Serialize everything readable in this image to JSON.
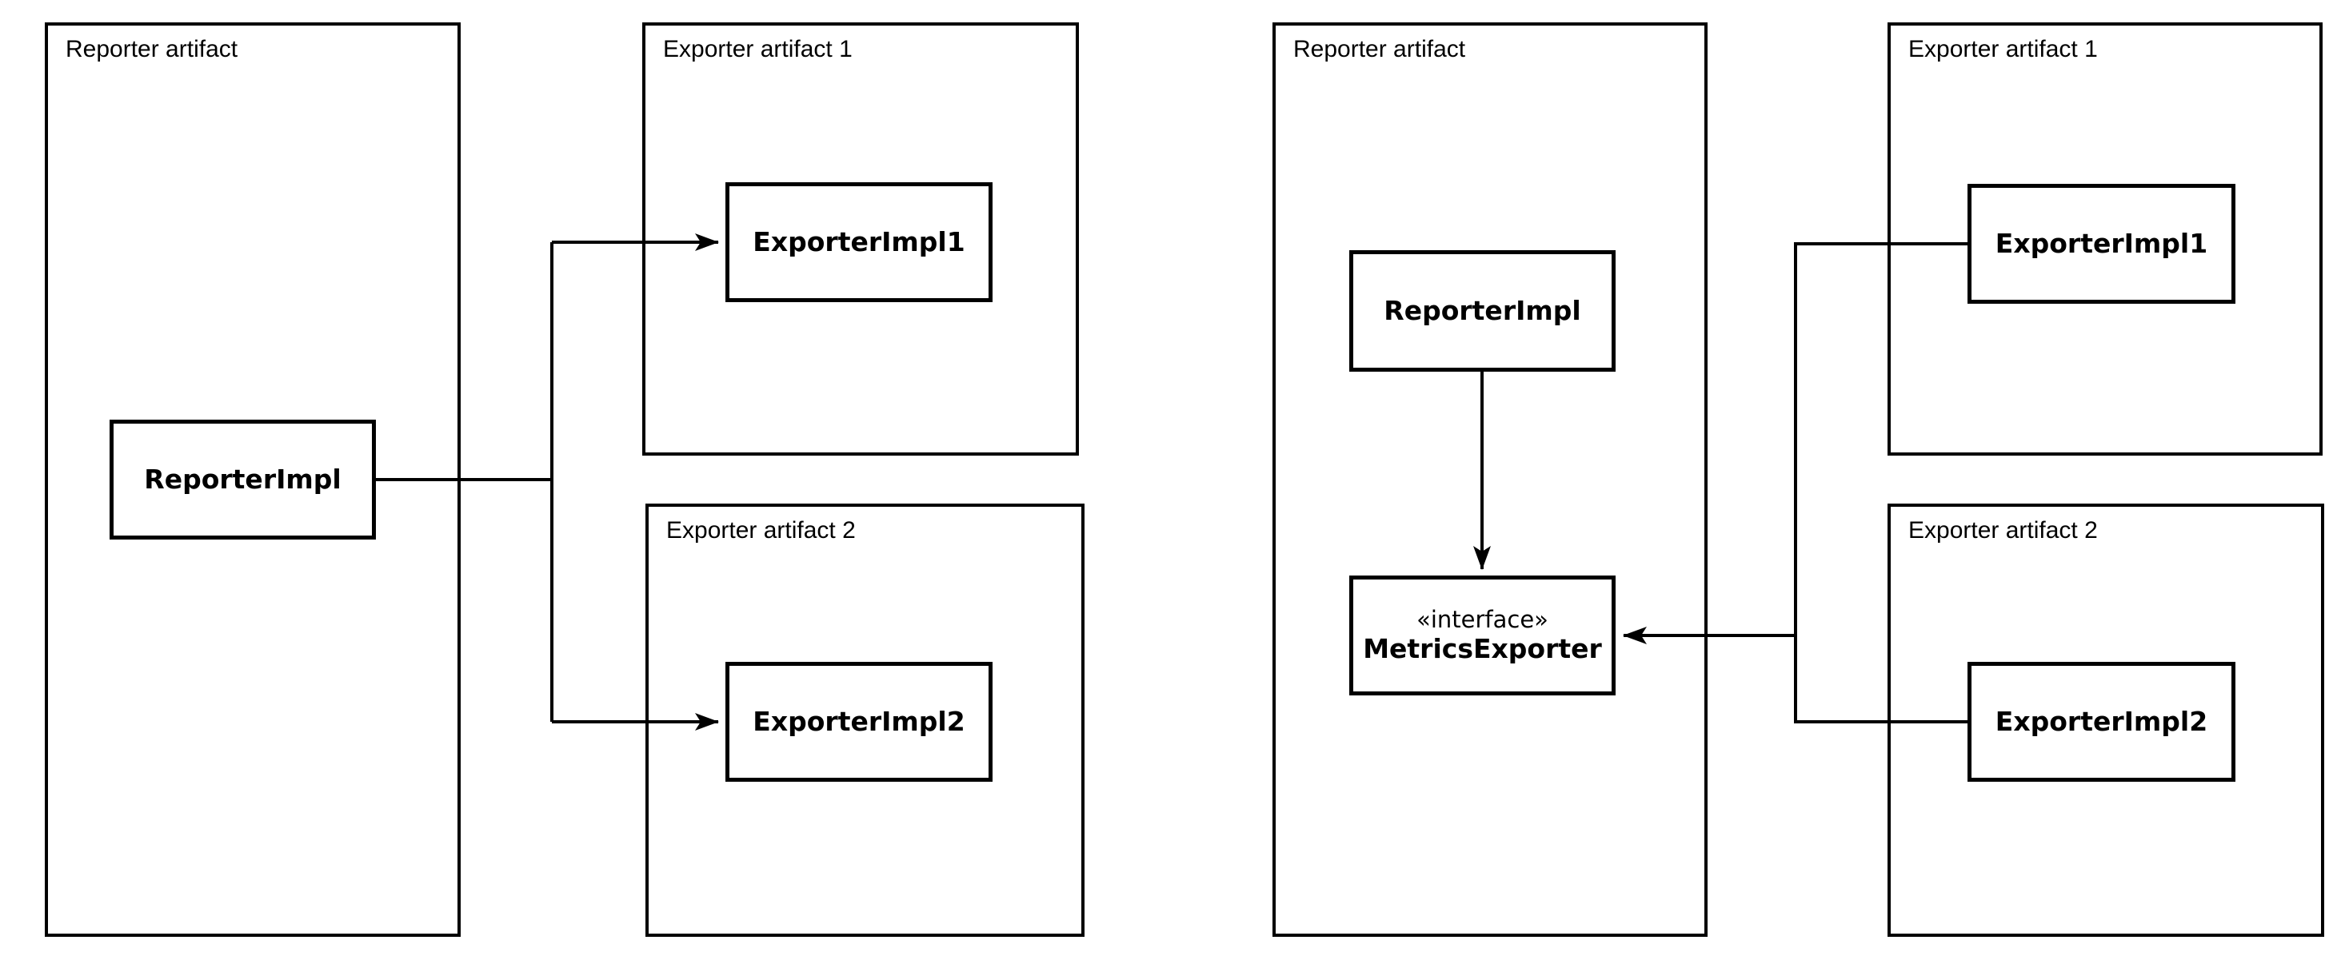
{
  "colors": {
    "background": "#ffffff",
    "line": "#000000",
    "text": "#000000"
  },
  "panels": [
    {
      "id": "direct-dependency",
      "containers": [
        {
          "label": "Reporter artifact"
        },
        {
          "label": "Exporter artifact 1"
        },
        {
          "label": "Exporter artifact 2"
        }
      ],
      "classes": [
        {
          "name": "ReporterImpl"
        },
        {
          "name": "ExporterImpl1"
        },
        {
          "name": "ExporterImpl2"
        }
      ],
      "edges": [
        {
          "from": "ReporterImpl",
          "to": "ExporterImpl1",
          "type": "arrow"
        },
        {
          "from": "ReporterImpl",
          "to": "ExporterImpl2",
          "type": "arrow"
        }
      ]
    },
    {
      "id": "interface-dependency",
      "containers": [
        {
          "label": "Reporter artifact"
        },
        {
          "label": "Exporter artifact 1"
        },
        {
          "label": "Exporter artifact 2"
        }
      ],
      "classes": [
        {
          "name": "ReporterImpl"
        },
        {
          "stereotype": "«interface»",
          "name": "MetricsExporter"
        },
        {
          "name": "ExporterImpl1"
        },
        {
          "name": "ExporterImpl2"
        }
      ],
      "edges": [
        {
          "from": "ReporterImpl",
          "to": "MetricsExporter",
          "type": "arrow"
        },
        {
          "from": "ExporterImpl1",
          "to": "MetricsExporter",
          "type": "arrow"
        },
        {
          "from": "ExporterImpl2",
          "to": "MetricsExporter",
          "type": "arrow"
        }
      ]
    }
  ]
}
